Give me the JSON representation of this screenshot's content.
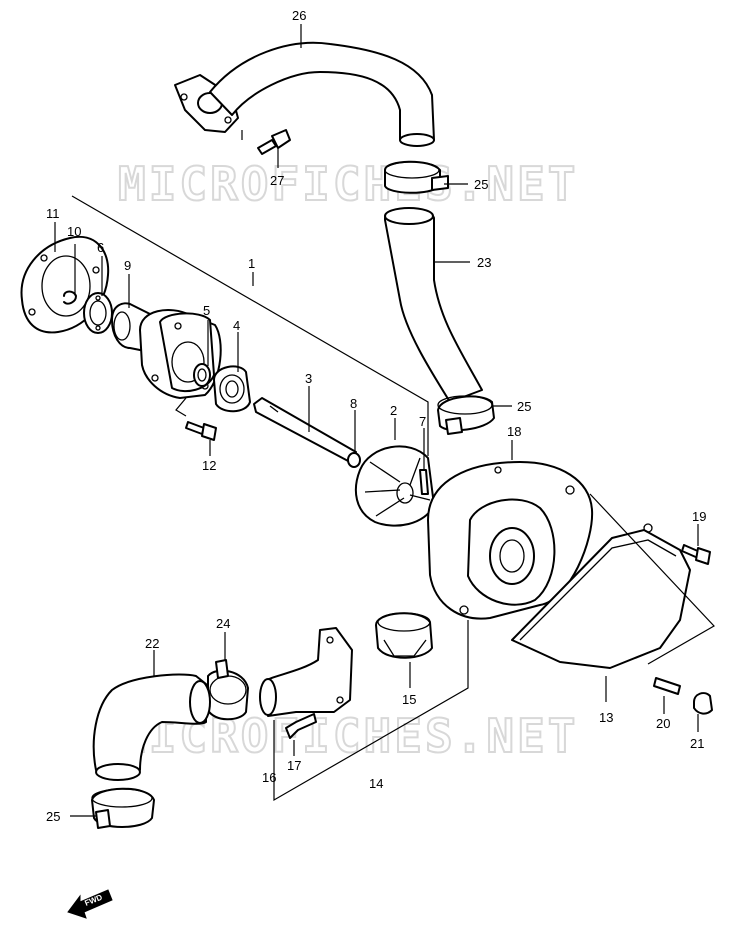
{
  "watermark": "MICROFICHES.NET",
  "direction_badge": "FWD",
  "callouts": {
    "c1": "1",
    "c2": "2",
    "c3": "3",
    "c4": "4",
    "c5": "5",
    "c6": "6",
    "c7": "7",
    "c8": "8",
    "c9": "9",
    "c10": "10",
    "c11": "11",
    "c12": "12",
    "c13": "13",
    "c14": "14",
    "c15": "15",
    "c16": "16",
    "c17": "17",
    "c18": "18",
    "c19": "19",
    "c20": "20",
    "c21": "21",
    "c22": "22",
    "c23": "23",
    "c24": "24",
    "c25a": "25",
    "c25b": "25",
    "c25c": "25",
    "c26": "26",
    "c27": "27"
  }
}
